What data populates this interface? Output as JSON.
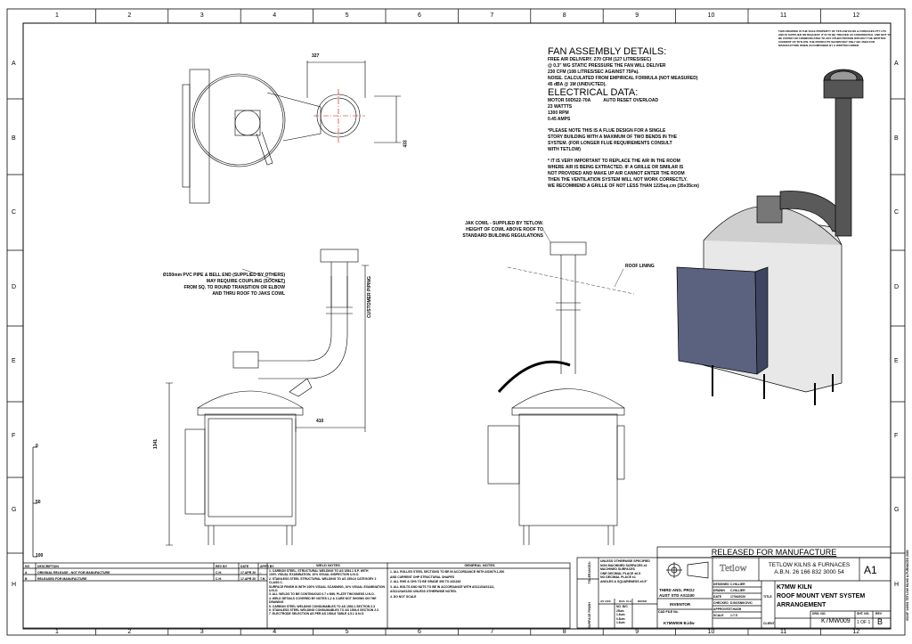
{
  "grid": {
    "columns": [
      "1",
      "2",
      "3",
      "4",
      "5",
      "6",
      "7",
      "8",
      "9",
      "10",
      "11",
      "12"
    ],
    "rows": [
      "A",
      "B",
      "C",
      "D",
      "E",
      "F",
      "G",
      "H"
    ]
  },
  "copyright_note": "THIS DRAWING IS THE SOLE PROPERTY OF TETLOW KILNS & FURNACES PTY LTD AND IS SUPPLIED ON REQUEST. IT IS TO BE TREATED AS CONFIDENTIAL AND NOT TO BE COPIED OR COMMUNICATED TO ANY OTHER PERSON WITHOUT THE WRITTEN CONSENT OF TETLOW. THE PRODUCTS SHOWN MAY ONLY BE USED FOR MANUFACTURE WHEN ACCOMPANIED BY A WRITTEN ORDER.",
  "fan": {
    "heading": "FAN ASSEMBLY DETAILS:",
    "lines": [
      "FREE AIR DELIVERY. 270 CFM (127 LITRES/SEC)",
      "@ 0.3\" WG STATIC PRESSURE THE FAN WILL DELIVER",
      "   230 CFM (108 LITRES/SEC AGAINST 75Pa).",
      "NOISE. CALCULATED FROM EMPIRICAL FORMULA (NOT MEASURED)",
      "45 dBA @ 1M (UNDUCTED)."
    ]
  },
  "electrical": {
    "heading": "ELECTRICAL DATA:",
    "motor": "MOTOR 50D522-70A",
    "overload": "AUTO RESET OVERLOAD",
    "lines": [
      "23 WATTTS",
      "1300 RPM",
      "0.45 AMPS"
    ]
  },
  "flue_note": [
    "*PLEASE NOTE THIS IS A FLUE DESIGN FOR A SINGLE",
    "STORY BUILDING WITH A MAXIMUM OF TWO BENDS IN THE",
    "SYSTEM. (FOR LONGER FLUE REQUIREMENTS CONSULT",
    "WITH TETLOW)"
  ],
  "air_note": [
    "* IT IS VERY IMPORTANT TO REPLACE THE AIR IN THE ROOM",
    "WHERE AIR IS BEING EXTRACTED. IF A GRILLE OR SIMILAR IS",
    "NOT PROVIDED AND MAKE UP AIR CANNOT ENTER THE ROOM",
    "THEN THE VENTILATION SYSTEM WILL NOT WORK CORRECTLY.",
    "WE RECOMMEND A GRILLE OF NOT LESS THAN 1225sq.cm (35x35cm)"
  ],
  "dims": {
    "d327": "327",
    "d433": "433",
    "d410": "410",
    "d1341": "1341",
    "customer_piping": "CUSTOMER PIPING"
  },
  "callouts": {
    "pvc": [
      "Ø150mm PVC PIPE & BELL END (SUPPLIED BY OTHERS)",
      "MAY REQUIRE COUPLING (SOCKET)",
      "FROM SQ. TO ROUND TRANSITION OR ELBOW",
      "AND THRU ROOF TO JAKS COWL"
    ],
    "jak": [
      "JAK COWL - SUPPLIED BY TETLOW.",
      "HEIGHT OF COWL ABOVE ROOF TO",
      "STANDARD BUILDING REGULATIONS"
    ],
    "roof": "ROOF LINING"
  },
  "scale_bar": {
    "labels": [
      "0",
      "50",
      "100"
    ]
  },
  "revisions": {
    "headers": [
      "NO",
      "DESCRIPTION",
      "REV BY",
      "DATE",
      "APPR BY"
    ],
    "rows": [
      [
        "A",
        "ORIGINAL RELEASE - NOT FOR MANUFACTURE",
        "C.H.",
        "17.APR 20",
        "-"
      ],
      [
        "B",
        "RELEASED FOR MANUFACTURE",
        "C.H.",
        "17.APR 20",
        "T.H."
      ]
    ]
  },
  "weld_notes": {
    "heading": "WELD NOTES",
    "items": [
      "1. CARBON STEEL, STRUCTURAL WELDING TO AS 1554.1 S.P. WITH",
      "   100% VISUAL EXAMINATION, 10% VISUAL INSPECTION U.N.O.",
      "2. STAINLESS STEEL STRUCTURAL WELDING TO AS 1554.6 CATEGORY 2 CLASS C.",
      "   SURFACE FINISH III WITH 100% VISUAL SCANNING, 10% VISUAL EXAMINATION U.N.O.",
      "3. ALL WELDS TO BE CONTINUOUS 0.7 x MIN. PLATE THICKNESS U.N.O.",
      "4. WELD DETAILS COVERED BY NOTES 1,2 & 3 ARE NOT SHOWN ON THE DRAWING",
      "5. CARBON STEEL WELDING CONSUMABLES TO AS 1554.1 SECTION 2.3",
      "6. STAINLESS STEEL WELDING CONSUMABLES TO AS 1554.6 SECTION 2.3",
      "7. ELECTRODE SELECTION AS PER AS 1554.6 TABLE 4.5.1 U.N.O."
    ]
  },
  "general_notes": {
    "heading": "GENERAL NOTES",
    "items": [
      "1. ALL ROLLED STEEL SECTIONS TO BE IN ACCORDANCE WITH AS3679.1-300",
      "   AND CURRENT OHP STRUCTURAL SHAPES",
      "2. ALL RHS & CHS TO BE GRADE 350 TO AS1163",
      "3. ALL BOLTS AND NUTS TO BE IN ACCORDANCE WITH AS1110/AS1111,",
      "   AS1112/AS1252 UNLESS OTHERWISE NOTED.",
      "4. DO NOT SCALE"
    ]
  },
  "tolerances": {
    "label": "TOLERANCES:",
    "lines": [
      "UNLESS OTHERWISE SPECIFIED",
      "NON MACHINED SURFACES ±2",
      "MACHINED SURFACES",
      "ONE DECIMAL PLACE ±0.5",
      "NO DECIMAL PLACE ±1",
      "ANGLES & SQUARENESS ±0.5°"
    ],
    "finish_label": "SURFACE FINISH",
    "finish_headers": [
      "AS 1100",
      "RAS. CLA",
      "BS/ISO"
    ],
    "finish_values": [
      "NO. M/C",
      "25um",
      "1.6um",
      "0.8um",
      "1.6um"
    ]
  },
  "title_block": {
    "status": "RELEASED FOR MANUFACTURE",
    "projection": "THIRD ANG. PROJ",
    "standard": "AUST STD AS1100",
    "software": "INVENTOR",
    "cad_file_label": "CAD FILE No.",
    "cad_file": "K7MW009 B.idw",
    "logo": "Tetlow",
    "company": "TETLOW KILNS & FURNACES",
    "abn": "A.B.N. 26 166 832 3000 54",
    "size": "A1",
    "designed_label": "DESIGNED",
    "designed": "C.HILLIER",
    "drawn_label": "DRAWN",
    "drawn": "C.HILLIER",
    "date_label": "DATE",
    "date": "17/04/2020",
    "checked_label": "CHECKED",
    "checked": "D.BOSNIKOVIC",
    "approved_label": "APPROVED",
    "approved": "T.HASH",
    "scale_label": "SCALE",
    "scale": "1:7.5",
    "title_label": "TITLE",
    "title_lines": [
      "K7MW KILN",
      "ROOF MOUNT VENT SYSTEM",
      "ARRANGEMENT"
    ],
    "client_label": "CLIENT",
    "dwg_no_label": "DRG. NO.",
    "dwg_no": "K7MW009",
    "sheet_label": "SHT. NO.",
    "sheet": "1 OF 1",
    "rev_label": "REV",
    "rev": "B",
    "side_note": "BOOF 1405/1 TETLOW KILNS & FURNACES 2020"
  }
}
